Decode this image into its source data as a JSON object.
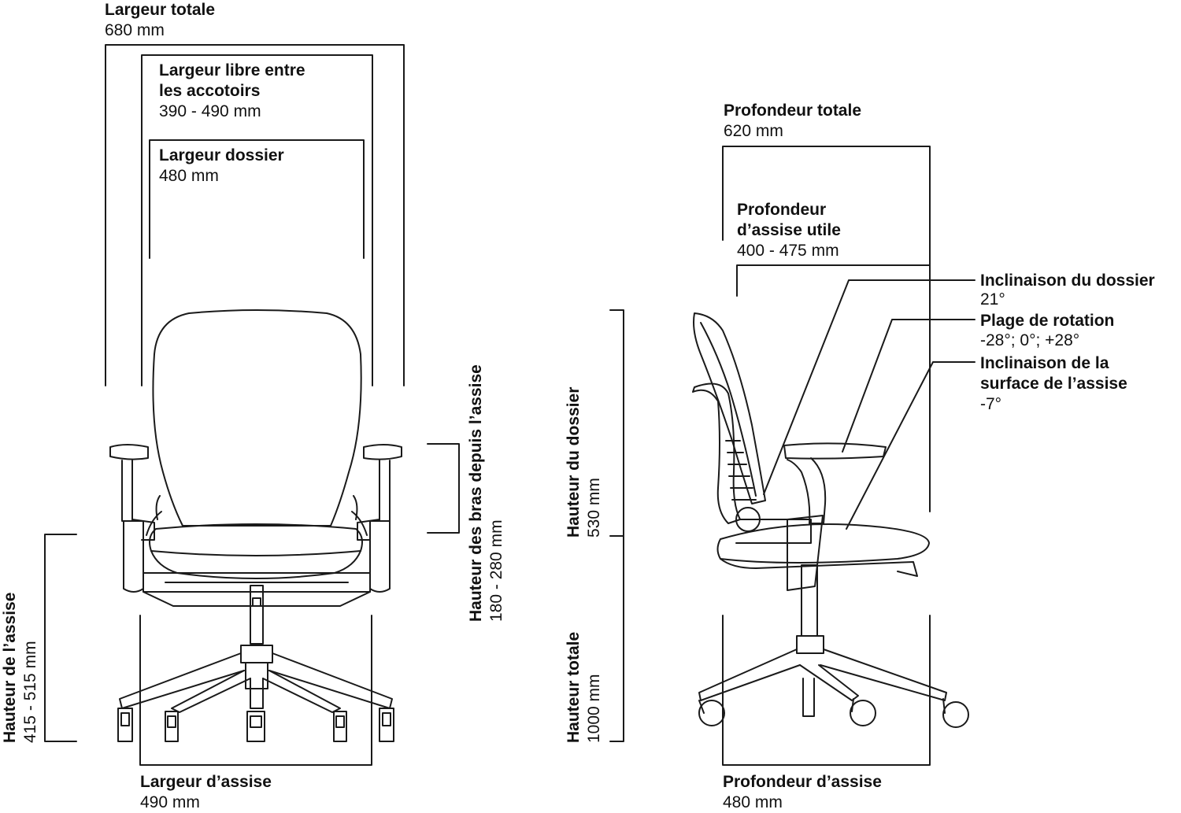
{
  "front_view": {
    "overall_width": {
      "title": "Largeur totale",
      "value": "680 mm"
    },
    "width_between_arms": {
      "title_line1": "Largeur libre entre",
      "title_line2": "les accotoirs",
      "value": "390 - 490 mm"
    },
    "back_width": {
      "title": "Largeur dossier",
      "value": "480 mm"
    },
    "arm_height_from_seat": {
      "title": "Hauteur des bras depuis l’assise",
      "value": "180 - 280 mm"
    },
    "seat_height": {
      "title": "Hauteur de l’assise",
      "value": "415 - 515 mm"
    },
    "seat_width": {
      "title": "Largeur d’assise",
      "value": "490 mm"
    }
  },
  "side_view": {
    "overall_depth": {
      "title": "Profondeur totale",
      "value": "620 mm"
    },
    "usable_seat_depth": {
      "title_line1": "Profondeur",
      "title_line2": "d’assise utile",
      "value": "400 - 475 mm"
    },
    "back_recline": {
      "title": "Inclinaison du dossier",
      "value": "21°"
    },
    "rotation_range": {
      "title": "Plage de rotation",
      "value": "-28°; 0°; +28°"
    },
    "seat_tilt": {
      "title_line1": "Inclinaison de la",
      "title_line2": "surface de l’assise",
      "value": "-7°"
    },
    "back_height": {
      "title": "Hauteur du dossier",
      "value": "530 mm"
    },
    "overall_height": {
      "title": "Hauteur totale",
      "value": "1000 mm"
    },
    "seat_depth": {
      "title": "Profondeur d’assise",
      "value": "480 mm"
    }
  },
  "colors": {
    "line": "#1a1a1a",
    "background": "#ffffff"
  }
}
